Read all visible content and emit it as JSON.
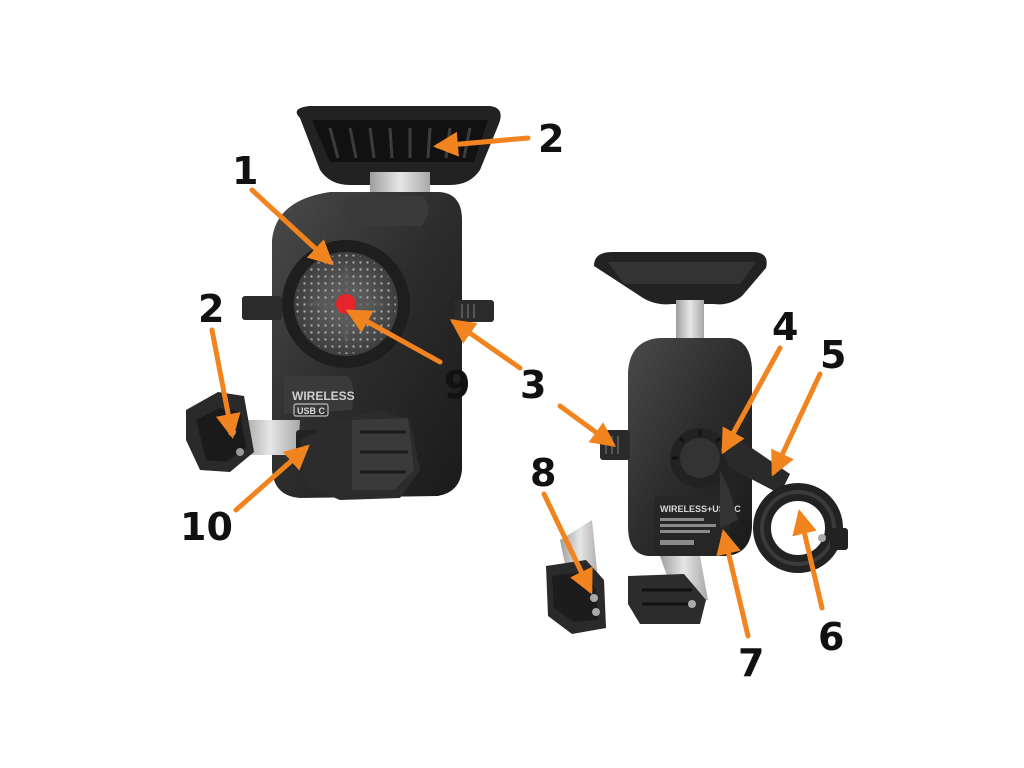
{
  "device": {
    "front_label": "WIRELESS",
    "front_port": "USB C",
    "back_label": "WIRELESS+USB-C"
  },
  "callouts": [
    {
      "number": "1"
    },
    {
      "number": "2"
    },
    {
      "number": "2"
    },
    {
      "number": "3"
    },
    {
      "number": "3"
    },
    {
      "number": "4"
    },
    {
      "number": "5"
    },
    {
      "number": "6"
    },
    {
      "number": "7"
    },
    {
      "number": "8"
    },
    {
      "number": "9"
    },
    {
      "number": "10"
    }
  ],
  "colors": {
    "arrow": "#f2841f",
    "body": "#2a2a2a",
    "body_light": "#3d3d3d",
    "metal": "#c9c9c9",
    "center_dot": "#e5242b",
    "text": "#111111"
  }
}
